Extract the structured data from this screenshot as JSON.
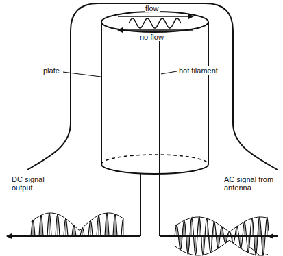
{
  "diagram": {
    "labels": [
      "flow",
      "no flow",
      "plate",
      "hot filament",
      "DC signal output",
      "AC signal from antenna"
    ]
  }
}
